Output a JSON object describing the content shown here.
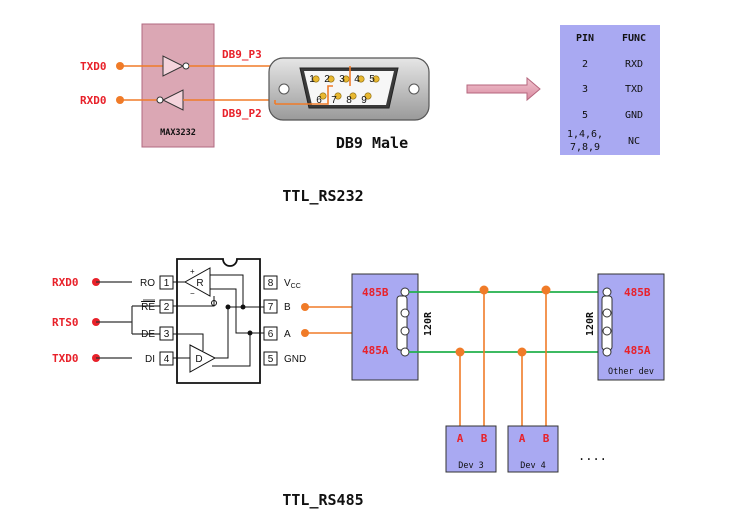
{
  "colors": {
    "signal_red": "#e8212a",
    "orange_wire": "#f07b28",
    "green_bus": "#22b14c",
    "pink_box": "#dba7b4",
    "lavender": "#a9a9f2",
    "table_bg": "#a9a9f2"
  },
  "rs232": {
    "title": "TTL_RS232",
    "signals": [
      "TXD0",
      "RXD0"
    ],
    "chip_label": "MAX3232",
    "net_p3": "DB9_P3",
    "net_p2": "DB9_P2",
    "connector_label": "DB9 Male",
    "pins_top": [
      "1",
      "2",
      "3",
      "4",
      "5"
    ],
    "pins_bottom": [
      "6",
      "7",
      "8",
      "9"
    ],
    "table": {
      "headers": [
        "PIN",
        "FUNC"
      ],
      "rows": [
        [
          "2",
          "RXD"
        ],
        [
          "3",
          "TXD"
        ],
        [
          "5",
          "GND"
        ],
        [
          "1,4,6,\n7,8,9",
          "NC"
        ]
      ]
    }
  },
  "rs485": {
    "title": "TTL_RS485",
    "signals": [
      "RXD0",
      "RTS0",
      "TXD0"
    ],
    "ic_left_pins": [
      {
        "num": "1",
        "name": "RO"
      },
      {
        "num": "2",
        "name": "RE"
      },
      {
        "num": "3",
        "name": "DE"
      },
      {
        "num": "4",
        "name": "DI"
      }
    ],
    "ic_right_pins": [
      {
        "num": "8",
        "name": "V",
        "sub": "CC"
      },
      {
        "num": "7",
        "name": "B"
      },
      {
        "num": "6",
        "name": "A"
      },
      {
        "num": "5",
        "name": "GND"
      }
    ],
    "receiver_label": "R",
    "driver_label": "D",
    "left_node": {
      "b": "485B",
      "a": "485A",
      "resistor": "120R"
    },
    "right_node": {
      "b": "485B",
      "a": "485A",
      "resistor": "120R",
      "label": "Other dev"
    },
    "devices": [
      {
        "a": "A",
        "b": "B",
        "label": "Dev 3"
      },
      {
        "a": "A",
        "b": "B",
        "label": "Dev 4"
      }
    ],
    "more": "...."
  }
}
